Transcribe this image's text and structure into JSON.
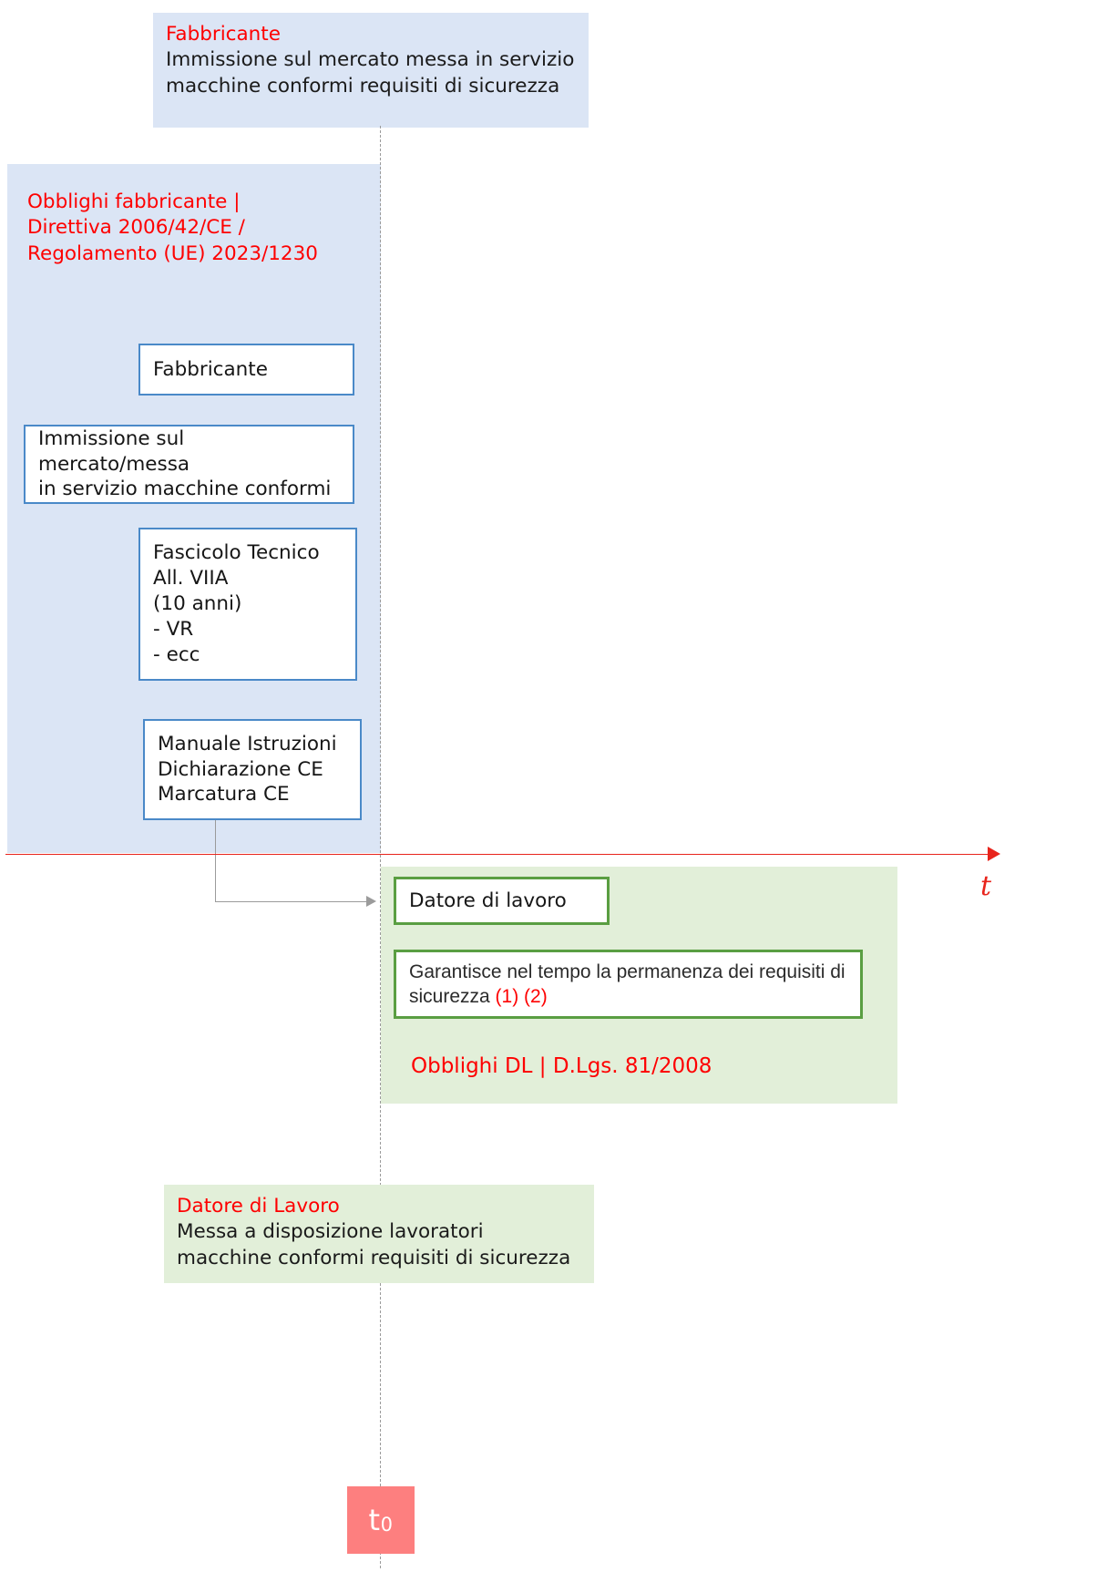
{
  "diagram": {
    "title_top": {
      "heading": "Fabbricante",
      "text": "Immissione sul mercato messa in servizio macchine conformi requisiti di sicurezza"
    },
    "manufacturer_panel": {
      "heading_line1": "Obblighi fabbricante |",
      "heading_line2": "Direttiva 2006/42/CE /",
      "heading_line3": "Regolamento (UE) 2023/1230",
      "boxes": [
        {
          "lines": [
            "Fabbricante"
          ]
        },
        {
          "lines": [
            "Immissione sul mercato/messa",
            "in servizio macchine conformi"
          ]
        },
        {
          "lines": [
            "Fascicolo Tecnico",
            "All. VIIA",
            "(10 anni)",
            "- VR",
            "- ecc"
          ]
        },
        {
          "lines": [
            "Manuale Istruzioni",
            "Dichiarazione CE",
            "Marcatura CE"
          ]
        }
      ]
    },
    "employer_panel": {
      "box_role": "Datore di lavoro",
      "box_duty_text": "Garantisce nel tempo la permanenza dei requisiti di sicurezza ",
      "box_duty_notes": "(1) (2)",
      "heading": "Obblighi DL | D.Lgs. 81/2008"
    },
    "bottom_callout": {
      "heading": "Datore di Lavoro",
      "text": "Messa a disposizione lavoratori macchine conformi requisiti di sicurezza"
    },
    "axis": {
      "label": "t",
      "origin_label": "t",
      "origin_subscript": "0"
    },
    "colors": {
      "red": "#fe0000",
      "axis_red": "#e8241c",
      "blue_panel": "#dbe5f5",
      "blue_border": "#4a89c8",
      "green_panel": "#e2efd9",
      "green_border": "#5a9e42",
      "tzero_fill": "#fd7f7f",
      "connector_grey": "#9b9b9b"
    }
  }
}
